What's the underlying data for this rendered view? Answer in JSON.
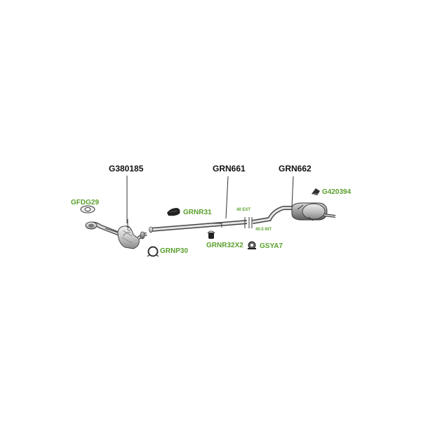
{
  "parts": {
    "main": [
      {
        "code": "G380185"
      },
      {
        "code": "GRN661"
      },
      {
        "code": "GRN662"
      }
    ],
    "accessories": [
      {
        "code": "GFDG29",
        "icon": "gasket-icon"
      },
      {
        "code": "GRNR31",
        "icon": "rubber-mount-icon"
      },
      {
        "code": "GRNP30",
        "icon": "pipe-clamp-icon"
      },
      {
        "code": "GRNR32X2",
        "icon": "rubber-mount-icon"
      },
      {
        "code": "GSYA7",
        "icon": "sleeve-clamp-icon"
      },
      {
        "code": "G420394",
        "icon": "bracket-icon"
      }
    ]
  },
  "dimensions": {
    "ext": "40 EXT",
    "int": "40.5 INT"
  },
  "colors": {
    "accent": "#5aa02c",
    "text": "#111111",
    "line": "#333333"
  }
}
